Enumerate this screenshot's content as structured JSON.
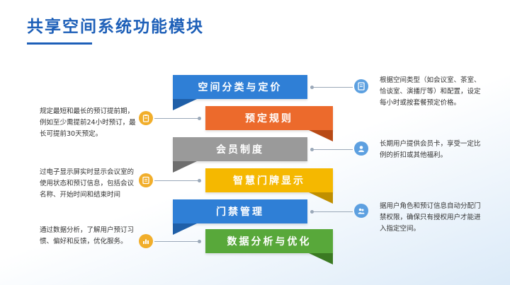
{
  "title": "共享空间系统功能模块",
  "colors": {
    "blue": "#2f7fd6",
    "orange": "#ec6a2c",
    "gray": "#9a9a9a",
    "yellow": "#f5b800",
    "green": "#58a83a",
    "icon_badge": "#f1ae2b",
    "icon_badge_blue": "#5da0e0"
  },
  "modules": [
    {
      "label": "空间分类与定价",
      "color": "blue",
      "side": "right",
      "icon": "document-icon",
      "text": "根据空间类型（如会议室、茶室、恰谈室、演播厅等）和配置，设定每小时或按套餐预定价格。"
    },
    {
      "label": "预定规则",
      "color": "orange",
      "side": "left",
      "icon": "clipboard-icon",
      "text": "规定最短和最长的预订提前期，例如至少需提前24小时预订，最长可提前30天预定。"
    },
    {
      "label": "会员制度",
      "color": "gray",
      "side": "right",
      "icon": "member-icon",
      "text": "长期用户提供会员卡，享受一定比例的折扣或其他福利。"
    },
    {
      "label": "智慧门牌显示",
      "color": "yellow",
      "side": "left",
      "icon": "display-icon",
      "text": "过电子显示屏实时显示会议室的使用状态和预订信息，包括会议名称、开始时间和结束时间"
    },
    {
      "label": "门禁管理",
      "color": "blue",
      "side": "right",
      "icon": "users-icon",
      "text": "据用户角色和预订信息自动分配门禁权限，确保只有授权用户才能进入指定空间。"
    },
    {
      "label": "数据分析与优化",
      "color": "green",
      "side": "left",
      "icon": "chart-icon",
      "text": "通过数据分析，了解用户预订习惯、偏好和反馈，优化服务。"
    }
  ]
}
